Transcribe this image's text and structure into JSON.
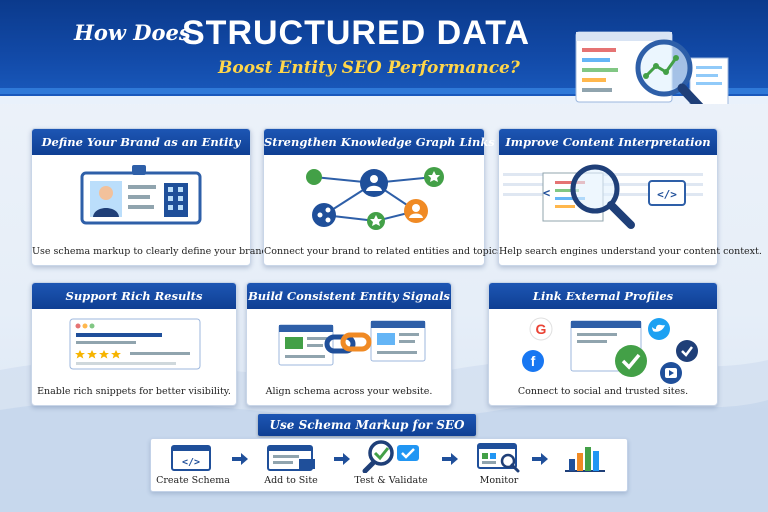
{
  "header": {
    "title_prefix": "How Does",
    "title_main": "STRUCTURED DATA",
    "subtitle": "Boost Entity SEO Performance?"
  },
  "cards": [
    {
      "title": "Define Your Brand as an Entity",
      "caption": "Use schema markup to clearly define your brand"
    },
    {
      "title": "Strengthen Knowledge Graph Links",
      "caption": "Connect your brand to related entities and topics."
    },
    {
      "title": "Improve Content Interpretation",
      "caption": "Help search engines understand your content context."
    },
    {
      "title": "Support Rich Results",
      "caption": "Enable rich snippets for better visibility."
    },
    {
      "title": "Build Consistent Entity Signals",
      "caption": "Align schema across your website."
    },
    {
      "title": "Link External Profiles",
      "caption": "Connect to social and trusted sites."
    }
  ],
  "process": {
    "title": "Use Schema Markup for SEO",
    "steps": [
      "Create Schema",
      "Add to Site",
      "Test & Validate",
      "Monitor"
    ]
  },
  "colors": {
    "header_blue": "#0f3f93",
    "accent_yellow": "#ffd64a",
    "green": "#43a047",
    "orange": "#f08a24"
  }
}
